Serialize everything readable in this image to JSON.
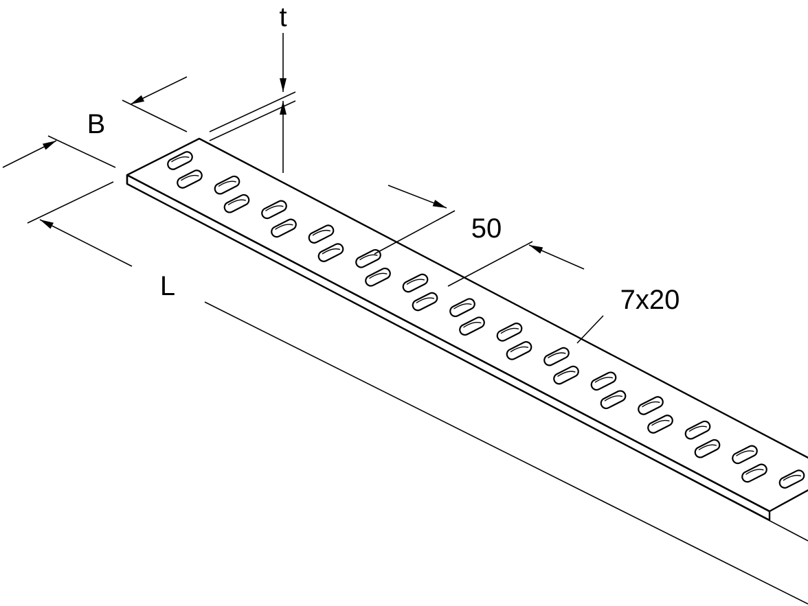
{
  "labels": {
    "thickness": "t",
    "width": "B",
    "length": "L",
    "pitch": "50",
    "slot_size": "7x20"
  },
  "colors": {
    "line": "#000000",
    "background": "#ffffff"
  }
}
